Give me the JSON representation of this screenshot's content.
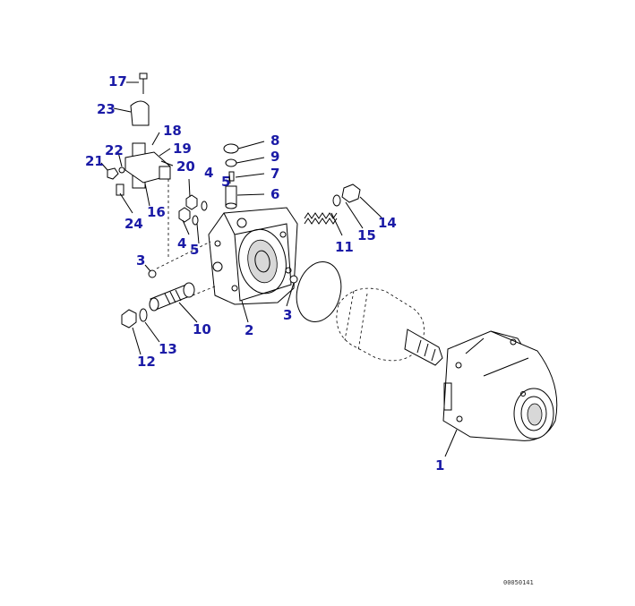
{
  "diagram": {
    "part_labels": {
      "1": "1",
      "2": "2",
      "3a": "3",
      "3b": "3",
      "4a": "4",
      "4b": "4",
      "5a": "5",
      "5b": "5",
      "6": "6",
      "7": "7",
      "8": "8",
      "9": "9",
      "10": "10",
      "11": "11",
      "12": "12",
      "13": "13",
      "14": "14",
      "15": "15",
      "16": "16",
      "17": "17",
      "18": "18",
      "19": "19",
      "20": "20",
      "21": "21",
      "22": "22",
      "23": "23",
      "24": "24"
    },
    "drawing_code": "00050141",
    "label_color": "#1a1aa6"
  }
}
